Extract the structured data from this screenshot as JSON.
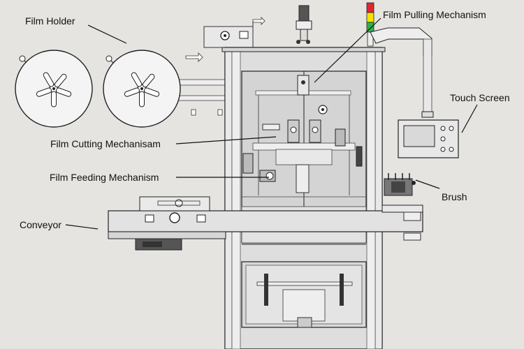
{
  "labels": {
    "film_holder": "Film Holder",
    "film_pulling": "Film Pulling Mechanism",
    "touch_screen": "Touch Screen",
    "film_cutting": "Film Cutting Mechanisam",
    "film_feeding": "Film Feeding Mechanism",
    "brush": "Brush",
    "conveyor": "Conveyor"
  },
  "colors": {
    "background": "#e6e4e1",
    "panel": "#dcdcdc",
    "panel_light": "#eeeeee",
    "glass": "#d9d9d9",
    "line": "#222222",
    "signal_red": "#e0262e",
    "signal_yellow": "#f2e400",
    "signal_green": "#2bb34a"
  }
}
